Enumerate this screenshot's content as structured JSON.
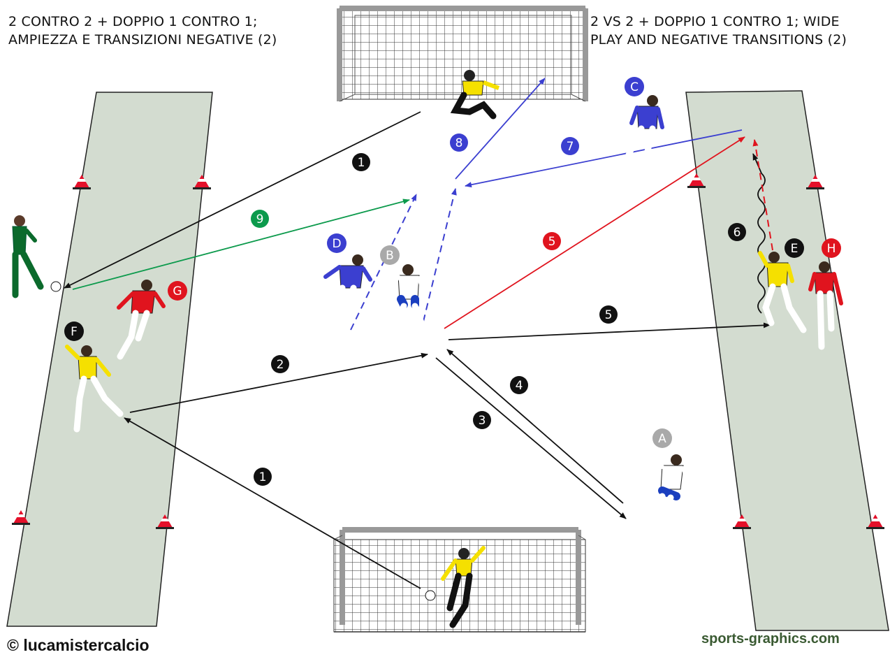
{
  "titles": {
    "italian_line1": "2 CONTRO 2 + DOPPIO 1 CONTRO 1;",
    "italian_line2": "AMPIEZZA E TRANSIZIONI NEGATIVE (2)",
    "english_line1": "2 VS 2 + DOPPIO 1 CONTRO 1; WIDE",
    "english_line2": "PLAY AND NEGATIVE TRANSITIONS (2)"
  },
  "credits": {
    "author": "© lucamistercalcio",
    "site": "sports-graphics.com"
  },
  "colors": {
    "zone": "#d3dcd0",
    "black": "#111111",
    "blue": "#3b3fd0",
    "red": "#e0141e",
    "green": "#0c9a4c",
    "grey": "#a9a9a9",
    "site": "#3a5a32"
  },
  "player_labels": {
    "A": "A",
    "B": "B",
    "C": "C",
    "D": "D",
    "E": "E",
    "F": "F",
    "G": "G",
    "H": "H"
  },
  "step_labels": {
    "s1a": "1",
    "s1b": "1",
    "s2": "2",
    "s3": "3",
    "s4": "4",
    "s5a": "5",
    "s5b": "5",
    "s6": "6",
    "s7": "7",
    "s8": "8",
    "s9": "9"
  }
}
